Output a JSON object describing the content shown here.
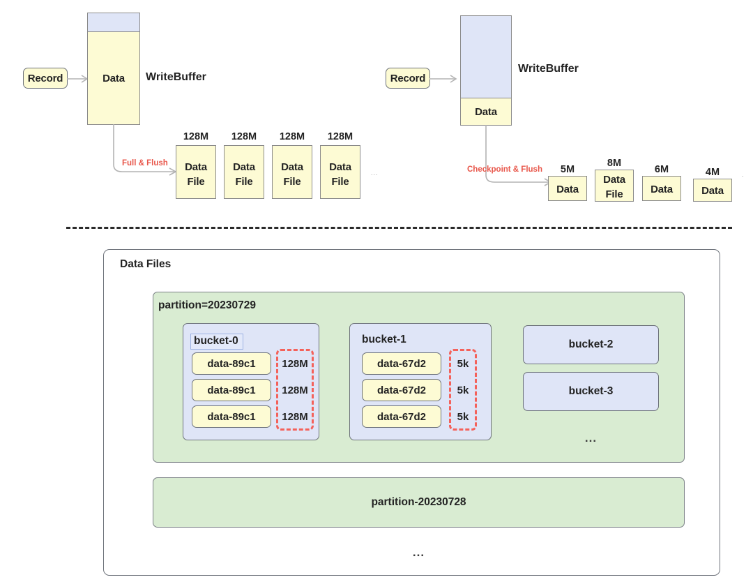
{
  "diagram": {
    "title": "Paimon write path: full-flush vs checkpoint-flush",
    "divider": "horizontal-dashed-separator"
  },
  "colors": {
    "yellow_fill": "#fdfbd4",
    "blue_fill": "#dfe5f7",
    "green_fill": "#d9ecd2",
    "white_fill": "#ffffff",
    "border_gray": "#8a8a8a",
    "accent_red": "#e8564a",
    "dashed_red": "#f4615a",
    "text_dark": "#232323"
  },
  "flow_left": {
    "record_label": "Record",
    "buffer": {
      "writebuffer_label": "WriteBuffer",
      "data_label": "Data",
      "free_portion": "",
      "used_ratio": "large"
    },
    "flush_label": "Full & Flush",
    "data_files": [
      {
        "size": "128M",
        "line1": "Data",
        "line2": "File"
      },
      {
        "size": "128M",
        "line1": "Data",
        "line2": "File"
      },
      {
        "size": "128M",
        "line1": "Data",
        "line2": "File"
      },
      {
        "size": "128M",
        "line1": "Data",
        "line2": "File"
      }
    ],
    "trailing_ellipsis": "..."
  },
  "flow_right": {
    "record_label": "Record",
    "buffer": {
      "writebuffer_label": "WriteBuffer",
      "data_label": "Data",
      "free_portion": "",
      "used_ratio": "small"
    },
    "flush_label": "Checkpoint & Flush",
    "data_files": [
      {
        "size": "5M",
        "line1": "Data",
        "line2": ""
      },
      {
        "size": "8M",
        "line1": "Data",
        "line2": "File"
      },
      {
        "size": "6M",
        "line1": "Data",
        "line2": ""
      },
      {
        "size": "4M",
        "line1": "Data",
        "line2": ""
      }
    ],
    "trailing_ellipsis": "."
  },
  "storage": {
    "title": "Data Files",
    "partitions": [
      {
        "name": "partition=20230729",
        "buckets": [
          {
            "name": "bucket-0",
            "highlighted": true,
            "files": [
              {
                "file": "data-89c1",
                "size": "128M"
              },
              {
                "file": "data-89c1",
                "size": "128M"
              },
              {
                "file": "data-89c1",
                "size": "128M"
              }
            ]
          },
          {
            "name": "bucket-1",
            "highlighted": false,
            "files": [
              {
                "file": "data-67d2",
                "size": "5k"
              },
              {
                "file": "data-67d2",
                "size": "5k"
              },
              {
                "file": "data-67d2",
                "size": "5k"
              }
            ]
          },
          {
            "name": "bucket-2",
            "highlighted": false,
            "files": []
          },
          {
            "name": "bucket-3",
            "highlighted": false,
            "files": []
          }
        ],
        "more_buckets_ellipsis": "..."
      },
      {
        "name": "partition-20230728",
        "buckets": [],
        "more_buckets_ellipsis": ""
      }
    ],
    "more_partitions_ellipsis": "..."
  }
}
